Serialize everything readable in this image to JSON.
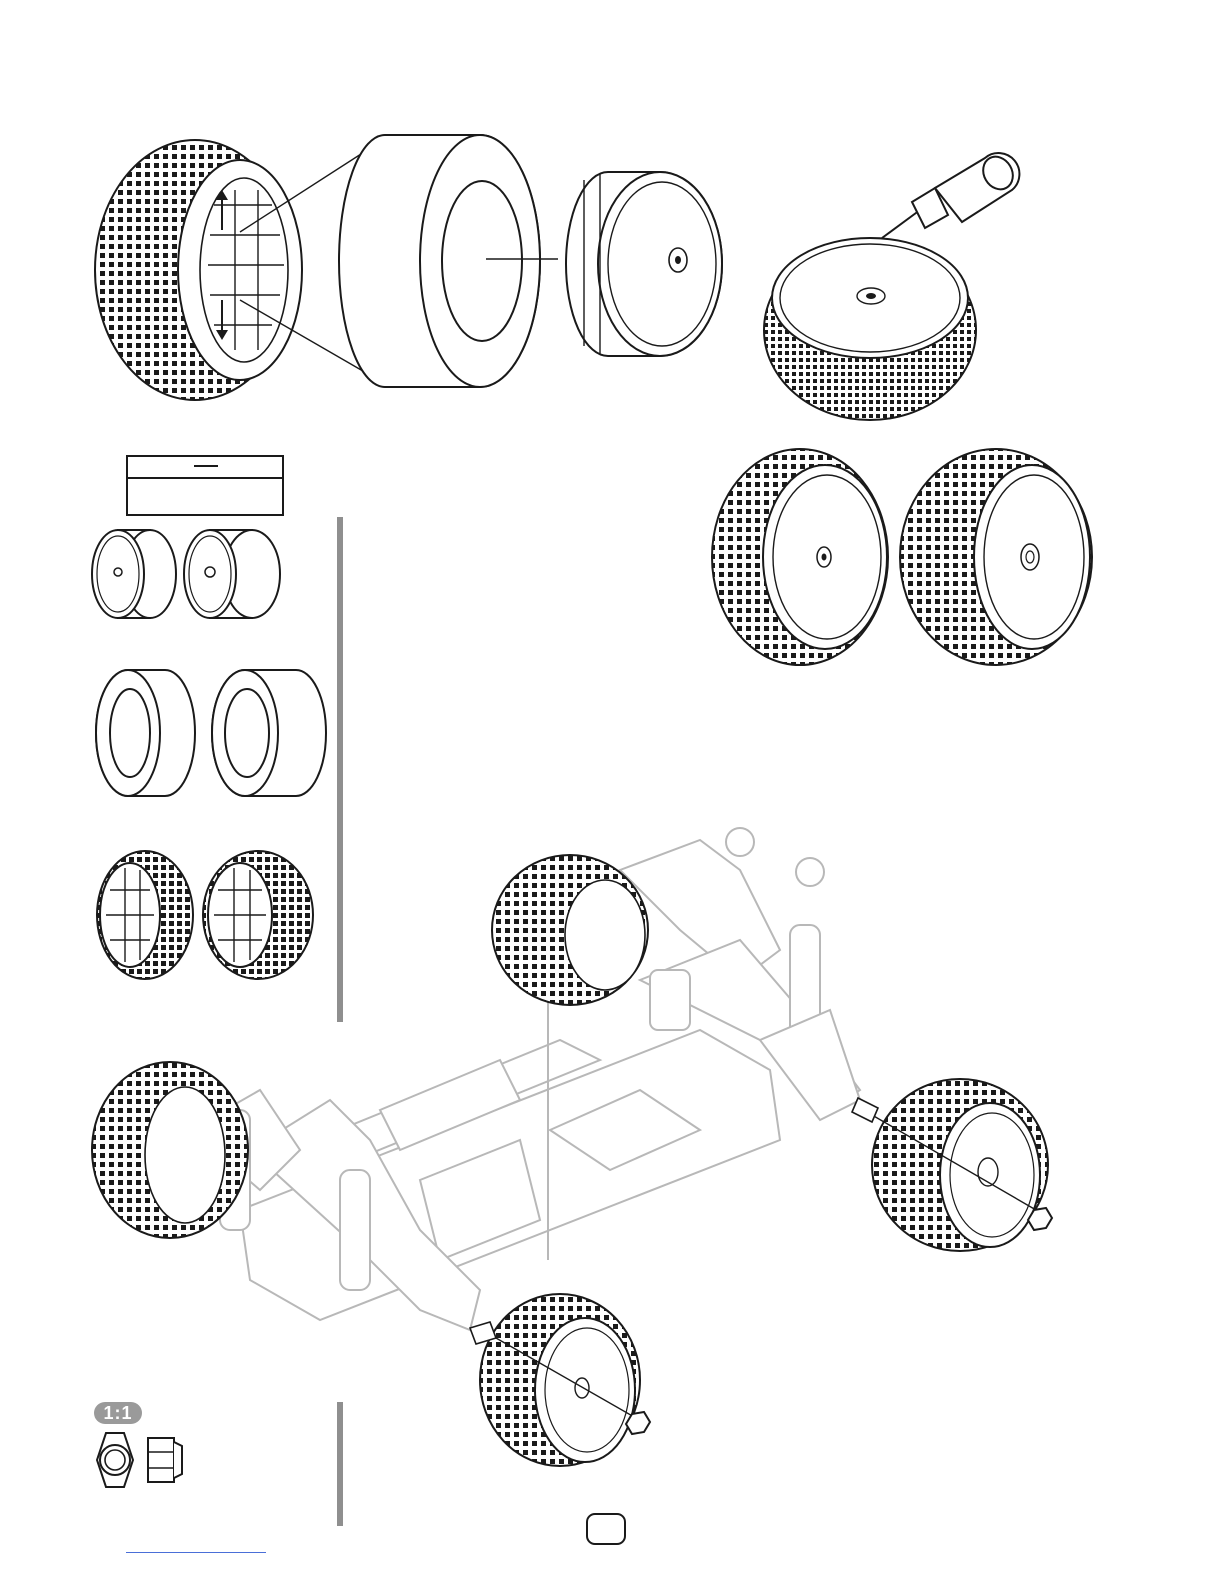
{
  "page": {
    "scale_badge": "1:1",
    "page_number": "",
    "parts_box": {
      "header": "",
      "body": ""
    },
    "footer_link": ""
  },
  "figures": {
    "tire_assembly": [
      "tire-with-arrows",
      "foam-insert",
      "wheel-rim",
      "glued-tire-with-glue-bottle"
    ],
    "parts_callout": [
      "wheel-rim-front",
      "wheel-rim-rear",
      "foam-insert-front",
      "foam-insert-rear",
      "tire-front",
      "tire-rear"
    ],
    "finished_wheels": [
      "front-wheel",
      "rear-wheel"
    ],
    "chassis_install": [
      "buggy-chassis",
      "rear-right-wheel",
      "front-left-wheel",
      "wheel-nut"
    ]
  },
  "colors": {
    "ink": "#1a1a1a",
    "bar_grey": "#8f8f8f",
    "badge_grey": "#9a9a9a",
    "link_blue": "#4a6fd8"
  }
}
